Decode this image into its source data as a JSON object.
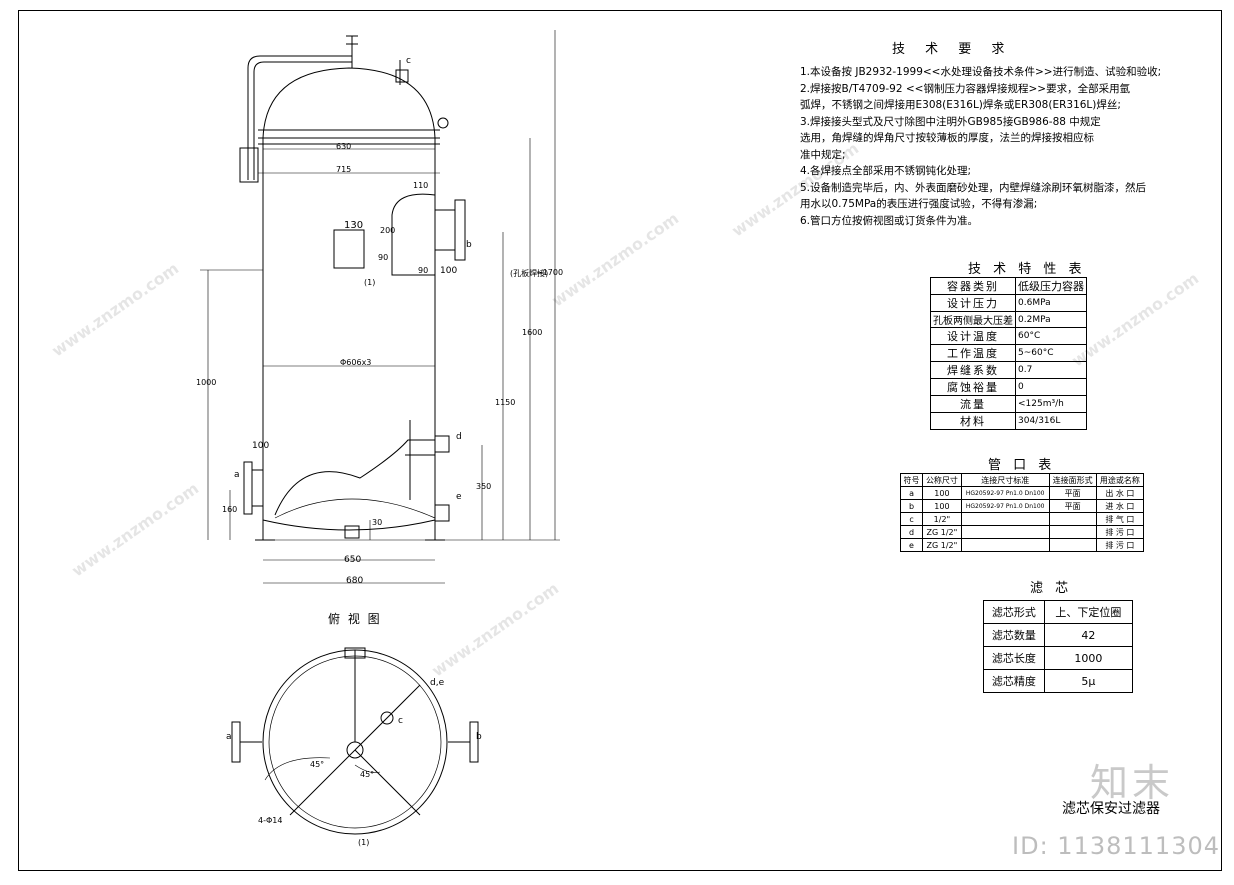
{
  "requirements": {
    "title": "技 术 要 求",
    "items": [
      "1.本设备按 JB2932-1999<<水处理设备技术条件>>进行制造、试验和验收;",
      "2.焊接按B/T4709-92 <<钢制压力容器焊接规程>>要求，全部采用氩",
      "   弧焊，不锈钢之间焊接用E308(E316L)焊条或ER308(ER316L)焊丝;",
      "3.焊接接头型式及尺寸除图中注明外GB985接GB986-88        中规定",
      "   选用，角焊缝的焊角尺寸按较薄板的厚度，法兰的焊接按相应标",
      "   准中规定;",
      "4.各焊接点全部采用不锈钢钝化处理;",
      "5.设备制造完毕后，内、外表面磨砂处理，内壁焊缝涂刷环氧树脂漆，然后",
      "   用水以0.75MPa的表压进行强度试验，不得有渗漏;",
      "6.管口方位按俯视图或订货条件为准。"
    ]
  },
  "properties": {
    "title": "技 术 特 性 表",
    "rows": [
      {
        "k": "容器类别",
        "v": "低级压力容器"
      },
      {
        "k": "设计压力",
        "v": "0.6MPa"
      },
      {
        "k": "孔板两侧最大压差",
        "v": "0.2MPa"
      },
      {
        "k": "设计温度",
        "v": "60°C"
      },
      {
        "k": "工作温度",
        "v": "5~60°C"
      },
      {
        "k": "焊缝系数",
        "v": "0.7"
      },
      {
        "k": "腐蚀裕量",
        "v": "0"
      },
      {
        "k": "流量",
        "v": "<125m³/h"
      },
      {
        "k": "材料",
        "v": "304/316L"
      }
    ]
  },
  "ports": {
    "title": "管 口 表",
    "headers": [
      "符号",
      "公称尺寸",
      "连接尺寸标准",
      "连接面形式",
      "用途或名称"
    ],
    "rows": [
      [
        "a",
        "100",
        "HG20592-97 Pn1.0 Dn100",
        "平面",
        "出 水 口"
      ],
      [
        "b",
        "100",
        "HG20592-97 Pn1.0 Dn100",
        "平面",
        "进 水 口"
      ],
      [
        "c",
        "1/2\"",
        "",
        "",
        "排 气 口"
      ],
      [
        "d",
        "ZG 1/2\"",
        "",
        "",
        "排 污 口"
      ],
      [
        "e",
        "ZG 1/2\"",
        "",
        "",
        "排 污 口"
      ]
    ]
  },
  "filter": {
    "title": "滤 芯",
    "rows": [
      {
        "k": "滤芯形式",
        "v": "上、下定位圈"
      },
      {
        "k": "滤芯数量",
        "v": "42"
      },
      {
        "k": "滤芯长度",
        "v": "1000"
      },
      {
        "k": "滤芯精度",
        "v": "5μ"
      }
    ]
  },
  "top_view": {
    "title": "俯 视 图",
    "angle1": "45°",
    "angle2": "45°",
    "bolt": "4-Φ14",
    "note": "(1)",
    "label_de": "d,e",
    "label_c": "c",
    "label_a": "a",
    "label_b": "b"
  },
  "dimensions": {
    "d630": "630",
    "d715": "715",
    "d110": "110",
    "d130": "130",
    "d200": "200",
    "d90a": "90",
    "d90b": "90",
    "d100a": "100",
    "d100b": "100",
    "d1600": "1600",
    "d1700": "~1700",
    "d1000": "1000",
    "d1150": "1150",
    "d350": "350",
    "d160": "160",
    "d30": "30",
    "d650": "650",
    "d680": "680",
    "shell": "Φ606x3",
    "plate_note": "(孔板焊接)",
    "note1": "(1)",
    "lbl_a": "a",
    "lbl_b": "b",
    "lbl_c": "c",
    "lbl_d": "d",
    "lbl_e": "e"
  },
  "drawing_name": "滤芯保安过滤器",
  "watermark": {
    "site": "www.znzmo.com",
    "brand": "知末",
    "id": "ID: 1138111304"
  },
  "colors": {
    "line": "#000000",
    "watermark": "#bdbdbd"
  }
}
